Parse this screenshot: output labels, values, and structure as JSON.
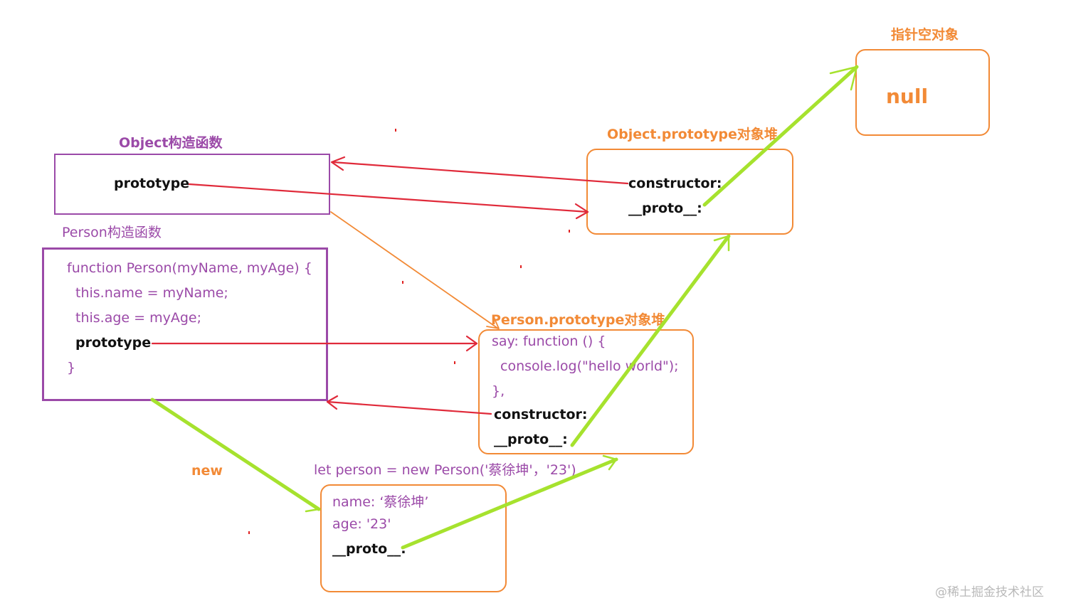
{
  "object_ctor": {
    "title": "Object构造函数",
    "prototype_label": "prototype"
  },
  "person_ctor": {
    "title": "Person构造函数",
    "code_lines": [
      "function Person(myName, myAge) {",
      "this.name = myName;",
      "this.age = myAge;"
    ],
    "prototype_label": "prototype",
    "closing": "}"
  },
  "object_proto": {
    "title": "Object.prototype对象堆",
    "constructor_label": "constructor:",
    "proto_label": "__proto__:"
  },
  "null_box": {
    "title": "指针空对象",
    "value": "null"
  },
  "person_proto": {
    "title": "Person.prototype对象堆",
    "say_line": "say: function () {",
    "log_line": "console.log(\"hello world\");",
    "close_line": "},",
    "constructor_label": "constructor:",
    "proto_label": "__proto__:"
  },
  "instance": {
    "new_label": "new",
    "statement": "let person = new Person('蔡徐坤'，'23')",
    "name_line": "name:  ‘蔡徐坤’",
    "age_line": "age: '23'",
    "proto_label": "__proto__:"
  },
  "watermark": "@稀土掘金技术社区",
  "colors": {
    "purple": "#9b4aa8",
    "orange": "#f28a36",
    "red_arrow": "#e02a3a",
    "green_arrow": "#a6e22e"
  }
}
